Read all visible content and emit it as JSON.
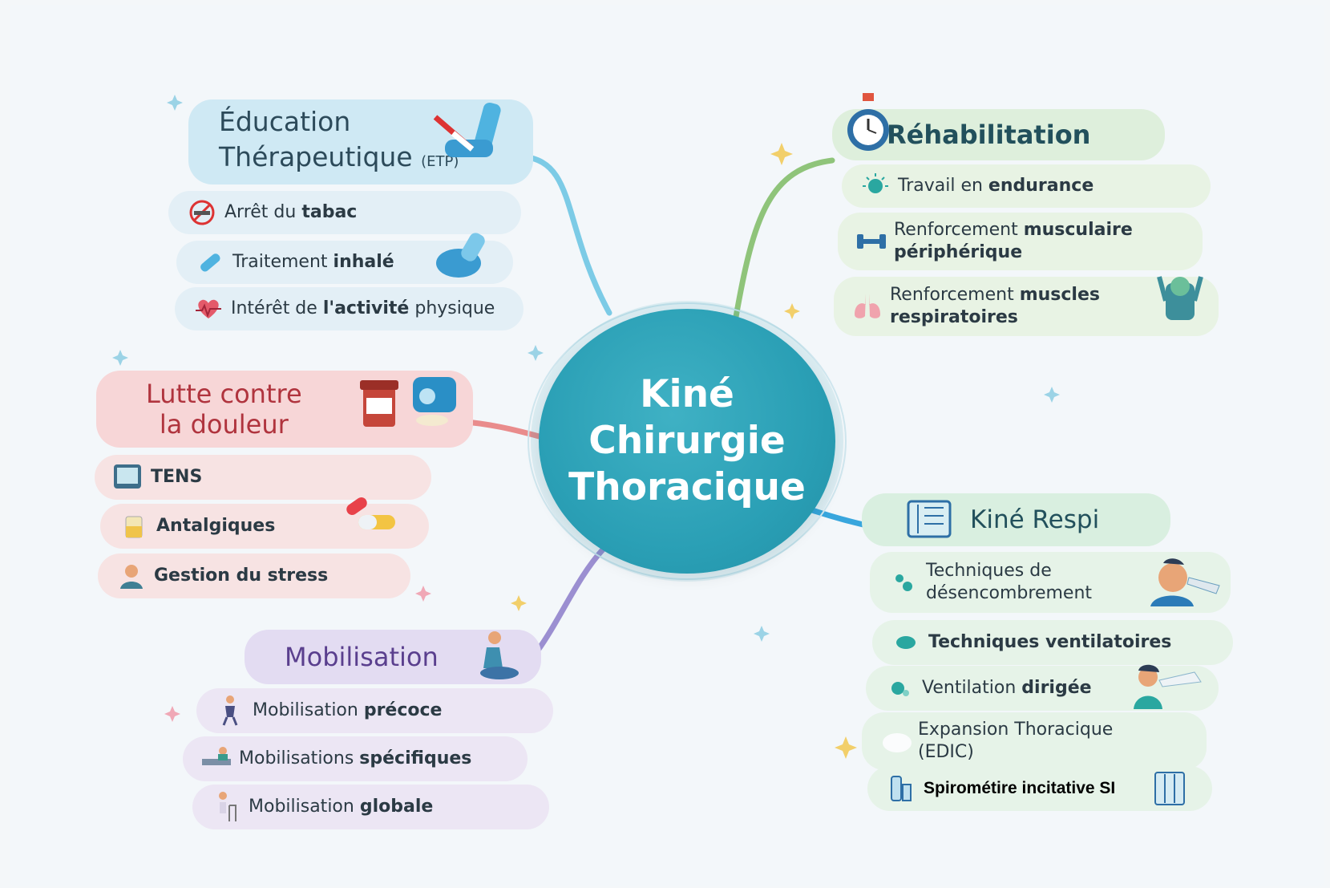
{
  "center": {
    "title": "Kiné\nChirurgie\nThoracique"
  },
  "colors": {
    "education": "#7ccbe6",
    "rehab": "#8fc47a",
    "douleur": "#e98c8c",
    "mobilisation": "#9b8fd1",
    "respi": "#38a6dd",
    "center": "#2a9fb5"
  },
  "education": {
    "title_line1": "Éducation",
    "title_line2": "Thérapeutique",
    "title_suffix": "(ETP)",
    "items": [
      {
        "pre": "Arrêt du ",
        "bold": "tabac",
        "post": "",
        "icon": "no-smoking-icon"
      },
      {
        "pre": "Traitement ",
        "bold": "inhalé",
        "post": "",
        "icon": "capsule-icon"
      },
      {
        "pre": "Intérêt de ",
        "bold": "l'activité",
        "post": " physique",
        "icon": "heart-pulse-icon"
      }
    ],
    "icon": "inhaler-icon"
  },
  "rehab": {
    "title": "Réhabilitation",
    "icon": "stopwatch-icon",
    "items": [
      {
        "pre": "Travail en ",
        "bold": "endurance",
        "post": "",
        "bold2": "",
        "icon": "sun-icon"
      },
      {
        "pre": "Renforcement ",
        "bold": "musculaire",
        "post": "",
        "bold2": "périphérique",
        "icon": "dumbbell-icon"
      },
      {
        "pre": "Renforcement ",
        "bold": "muscles",
        "post": "",
        "bold2": "respiratoires",
        "icon": "lungs-icon"
      }
    ]
  },
  "douleur": {
    "title": "Lutte contre\nla douleur",
    "icon": "pill-bottle-icon",
    "items": [
      {
        "text": "TENS",
        "icon": "tens-device-icon"
      },
      {
        "text": "Antalgiques",
        "icon": "medicine-cup-icon"
      },
      {
        "text": "Gestion du stress",
        "icon": "person-icon"
      }
    ]
  },
  "mobilisation": {
    "title": "Mobilisation",
    "icon": "person-exercise-icon",
    "items": [
      {
        "pre": "Mobilisation ",
        "bold": "précoce",
        "icon": "walking-assist-icon"
      },
      {
        "pre": "Mobilisations ",
        "bold": "spécifiques",
        "icon": "bed-therapy-icon"
      },
      {
        "pre": "Mobilisation ",
        "bold": "globale",
        "icon": "walker-icon"
      }
    ]
  },
  "respi": {
    "title": "Kiné Respi",
    "icon": "monitor-icon",
    "items": [
      {
        "line1": "Techniques de",
        "line2": "désencombrement",
        "icon": "molecule-icon"
      },
      {
        "line1": "Techniques ventilatoires",
        "line2": "",
        "icon": "lung-small-icon"
      },
      {
        "pre": "Ventilation ",
        "bold": "dirigée",
        "icon": "bubble-icon"
      },
      {
        "line1": "Expansion Thoracique",
        "line2": "(EDIC)",
        "icon": "cloud-icon"
      },
      {
        "line1": "Spirométire incitative SI",
        "line2": "",
        "icon": "spirometer-icon"
      }
    ]
  }
}
